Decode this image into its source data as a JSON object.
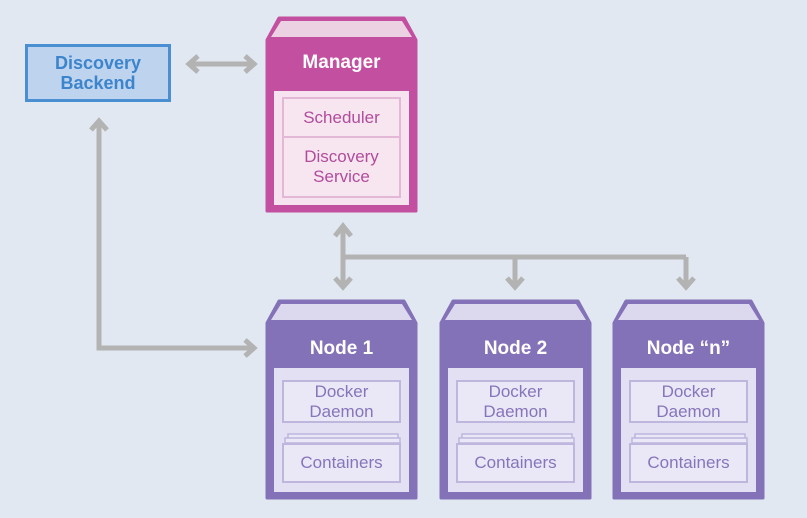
{
  "backend": {
    "line1": "Discovery",
    "line2": "Backend"
  },
  "manager": {
    "title": "Manager",
    "services": [
      {
        "line1": "Scheduler",
        "line2": ""
      },
      {
        "line1": "Discovery",
        "line2": "Service"
      }
    ]
  },
  "nodes": [
    {
      "title": "Node 1",
      "daemon": "Docker Daemon",
      "containers": "Containers"
    },
    {
      "title": "Node 2",
      "daemon": "Docker Daemon",
      "containers": "Containers"
    },
    {
      "title": "Node “n”",
      "daemon": "Docker Daemon",
      "containers": "Containers"
    }
  ],
  "colors": {
    "background": "#e1e8f1",
    "backend_fill": "#bed3ee",
    "backend_border": "#4a8fd1",
    "manager": "#c24f9f",
    "node": "#8472b8",
    "connector": "#b3b3b3"
  }
}
